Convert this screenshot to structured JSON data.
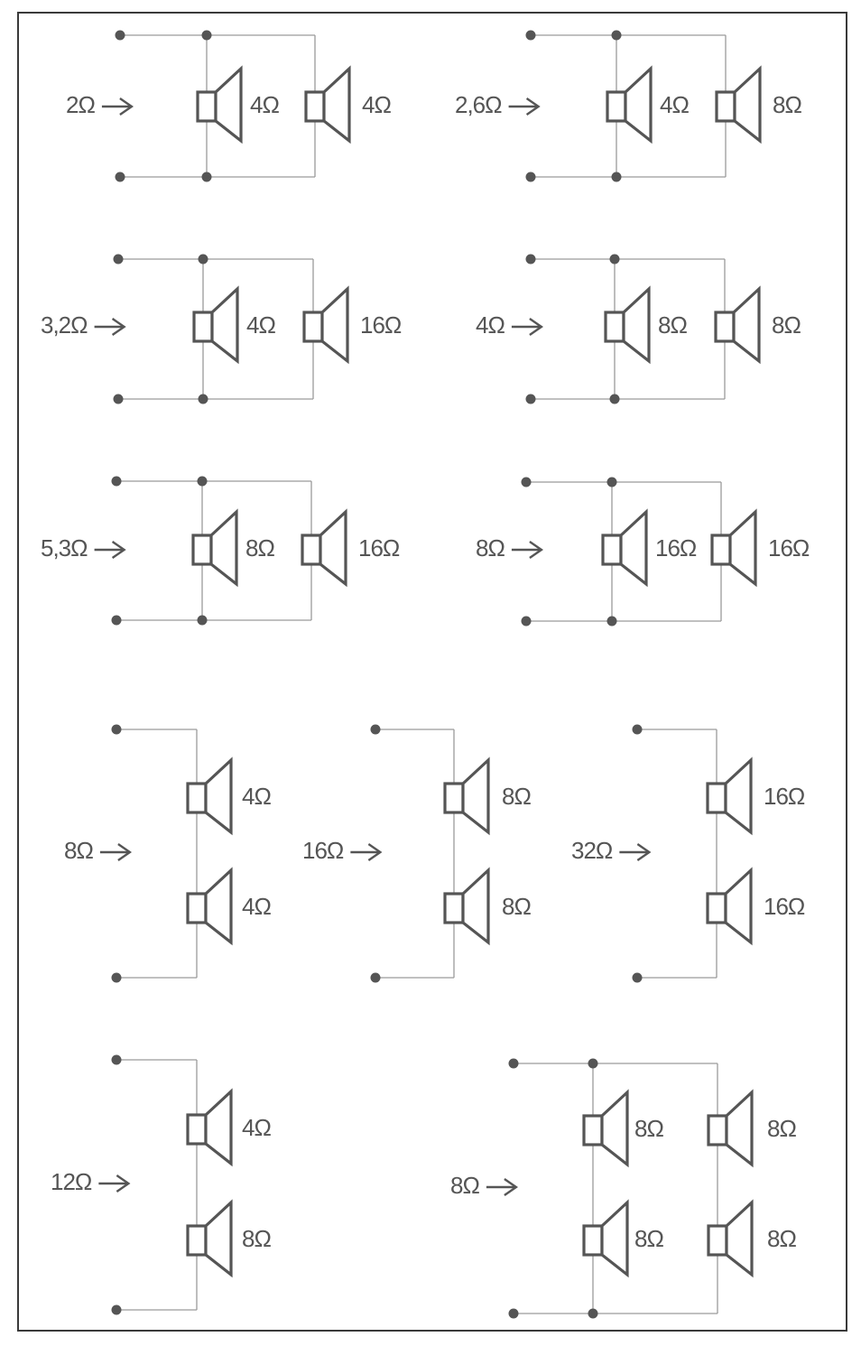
{
  "title": "Speaker impedance wiring combinations",
  "colors": {
    "ink": "#555555",
    "wire": "#9a9a9a",
    "frame": "#3a3a3a"
  },
  "circuits": [
    {
      "id": "parallel-4-4",
      "type": "parallel",
      "total": "2Ω",
      "speakers": [
        "4Ω",
        "4Ω"
      ]
    },
    {
      "id": "parallel-4-8",
      "type": "parallel",
      "total": "2,6Ω",
      "speakers": [
        "4Ω",
        "8Ω"
      ]
    },
    {
      "id": "parallel-4-16",
      "type": "parallel",
      "total": "3,2Ω",
      "speakers": [
        "4Ω",
        "16Ω"
      ]
    },
    {
      "id": "parallel-8-8",
      "type": "parallel",
      "total": "4Ω",
      "speakers": [
        "8Ω",
        "8Ω"
      ]
    },
    {
      "id": "parallel-8-16",
      "type": "parallel",
      "total": "5,3Ω",
      "speakers": [
        "8Ω",
        "16Ω"
      ]
    },
    {
      "id": "parallel-16-16",
      "type": "parallel",
      "total": "8Ω",
      "speakers": [
        "16Ω",
        "16Ω"
      ]
    },
    {
      "id": "series-4-4",
      "type": "series",
      "total": "8Ω",
      "speakers": [
        "4Ω",
        "4Ω"
      ]
    },
    {
      "id": "series-8-8",
      "type": "series",
      "total": "16Ω",
      "speakers": [
        "8Ω",
        "8Ω"
      ]
    },
    {
      "id": "series-16-16",
      "type": "series",
      "total": "32Ω",
      "speakers": [
        "16Ω",
        "16Ω"
      ]
    },
    {
      "id": "series-4-8",
      "type": "series",
      "total": "12Ω",
      "speakers": [
        "4Ω",
        "8Ω"
      ]
    },
    {
      "id": "series-parallel-4x8",
      "type": "series-parallel",
      "total": "8Ω",
      "speakers": [
        "8Ω",
        "8Ω",
        "8Ω",
        "8Ω"
      ]
    }
  ]
}
